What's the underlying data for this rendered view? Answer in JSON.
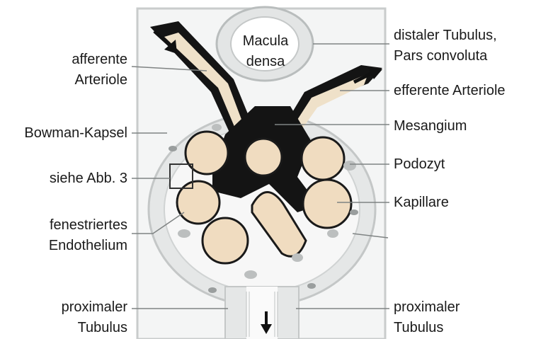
{
  "figure": {
    "labels": {
      "macula_densa": [
        "Macula",
        "densa"
      ],
      "distaler_tubulus": [
        "distaler Tubulus,",
        "Pars convoluta"
      ],
      "afferente_arteriole": [
        "afferente",
        "Arteriole"
      ],
      "efferente_arteriole": "efferente Arteriole",
      "bowman_kapsel": "Bowman-Kapsel",
      "mesangium": "Mesangium",
      "podozyt": "Podozyt",
      "siehe_abb": "siehe Abb. 3",
      "kapillare": "Kapillare",
      "fenestriertes_endothelium": [
        "fenestriertes",
        "Endothelium"
      ],
      "proximaler_tubulus_left": [
        "proximaler",
        "Tubulus"
      ],
      "proximaler_tubulus_right": [
        "proximaler",
        "Tubulus"
      ]
    }
  }
}
